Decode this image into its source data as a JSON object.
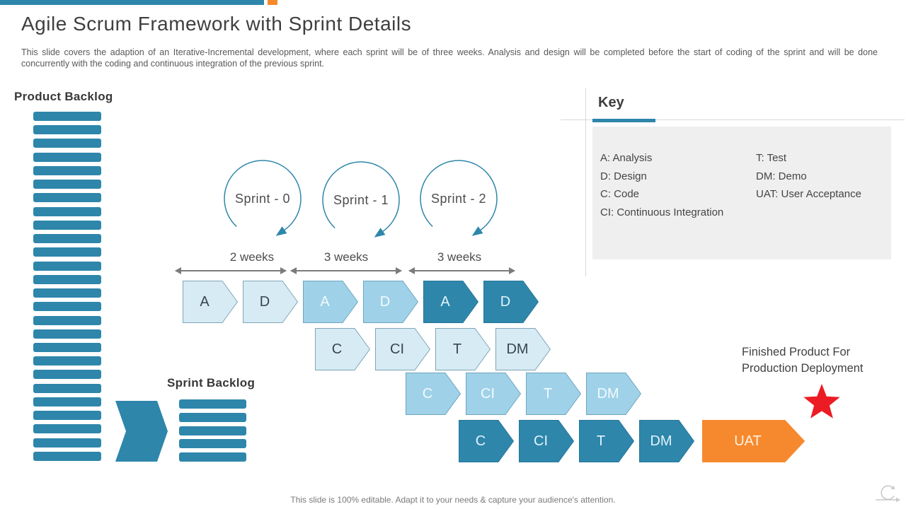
{
  "slide": {
    "title": "Agile Scrum Framework with Sprint Details",
    "description": "This slide covers the adaption of an Iterative-Incremental development, where each sprint will be of three weeks. Analysis and design will be completed before the start of coding of the sprint and will be done concurrently with the coding and continuous integration of the previous sprint.",
    "footer_note": "This slide is 100% editable. Adapt it to your needs & capture your audience's attention."
  },
  "product_backlog": {
    "label": "Product Backlog"
  },
  "sprint_backlog": {
    "label": "Sprint Backlog"
  },
  "sprints": [
    {
      "name": "Sprint - 0",
      "duration": "2 weeks"
    },
    {
      "name": "Sprint - 1",
      "duration": "3 weeks"
    },
    {
      "name": "Sprint - 2",
      "duration": "3 weeks"
    }
  ],
  "key": {
    "title": "Key",
    "items_left": [
      "A: Analysis",
      "D: Design",
      "C: Code",
      "CI: Continuous Integration"
    ],
    "items_right": [
      "T: Test",
      "DM: Demo",
      "UAT: User Acceptance"
    ]
  },
  "flow": {
    "analysis_design_row": [
      "A",
      "D",
      "A",
      "D",
      "A",
      "D"
    ],
    "sprint0_row": [
      "C",
      "CI",
      "T",
      "DM"
    ],
    "sprint1_row": [
      "C",
      "CI",
      "T",
      "DM"
    ],
    "sprint2_row": [
      "C",
      "CI",
      "T",
      "DM",
      "UAT"
    ]
  },
  "finished_product": {
    "line1": "Finished Product For",
    "line2": "Production Deployment"
  },
  "colors": {
    "teal": "#2E86AB",
    "orange": "#F6892E",
    "light_blue": "#D7EBF5",
    "medium_blue": "#9FD2E8",
    "star_red": "#EC1C24"
  }
}
